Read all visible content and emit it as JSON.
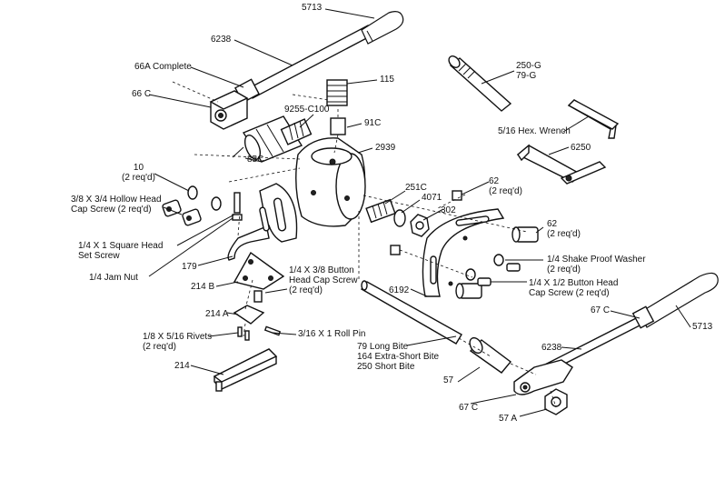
{
  "labels": {
    "l5713_top": "5713",
    "l6238_top": "6238",
    "l66a": "66A Complete",
    "l66c": "66 C",
    "l115": "115",
    "l9255": "9255-C100",
    "l91c": "91C",
    "l2939": "2939",
    "l85c": "85C",
    "l10": "10\n(2 req'd)",
    "l_hollow": "3/8 X 3/4 Hollow Head\nCap Screw (2 req'd)",
    "l_square": "1/4 X 1 Square Head\nSet Screw",
    "l_jam": "1/4 Jam Nut",
    "l179": "179",
    "l214b": "214 B",
    "l214a": "214 A",
    "l_button38": "1/4 X 3/8 Button\nHead Cap Screw\n(2 req'd)",
    "l_rivets": "1/8 X 5/16 Rivets\n(2 req'd)",
    "l_rollpin": "3/16 X 1 Roll Pin",
    "l214": "214",
    "l251c": "251C",
    "l4071": "4071",
    "l302": "302",
    "l62a": "62\n(2 req'd)",
    "l62b": "62\n(2 req'd)",
    "l_shake": "1/4 Shake Proof Washer\n(2 req'd)",
    "l_button12": "1/4 X 1/2 Button Head\nCap Screw (2 req'd)",
    "l6192": "6192",
    "l_bites": "79 Long Bite\n164 Extra-Short Bite\n250 Short Bite",
    "l57": "57",
    "l67c_bot": "67 C",
    "l57a": "57 A",
    "l6238_bot": "6238",
    "l67c_right": "67 C",
    "l5713_right": "5713",
    "l250g": "250-G\n79-G",
    "l_wrench": "5/16 Hex. Wrench",
    "l6250": "6250"
  }
}
